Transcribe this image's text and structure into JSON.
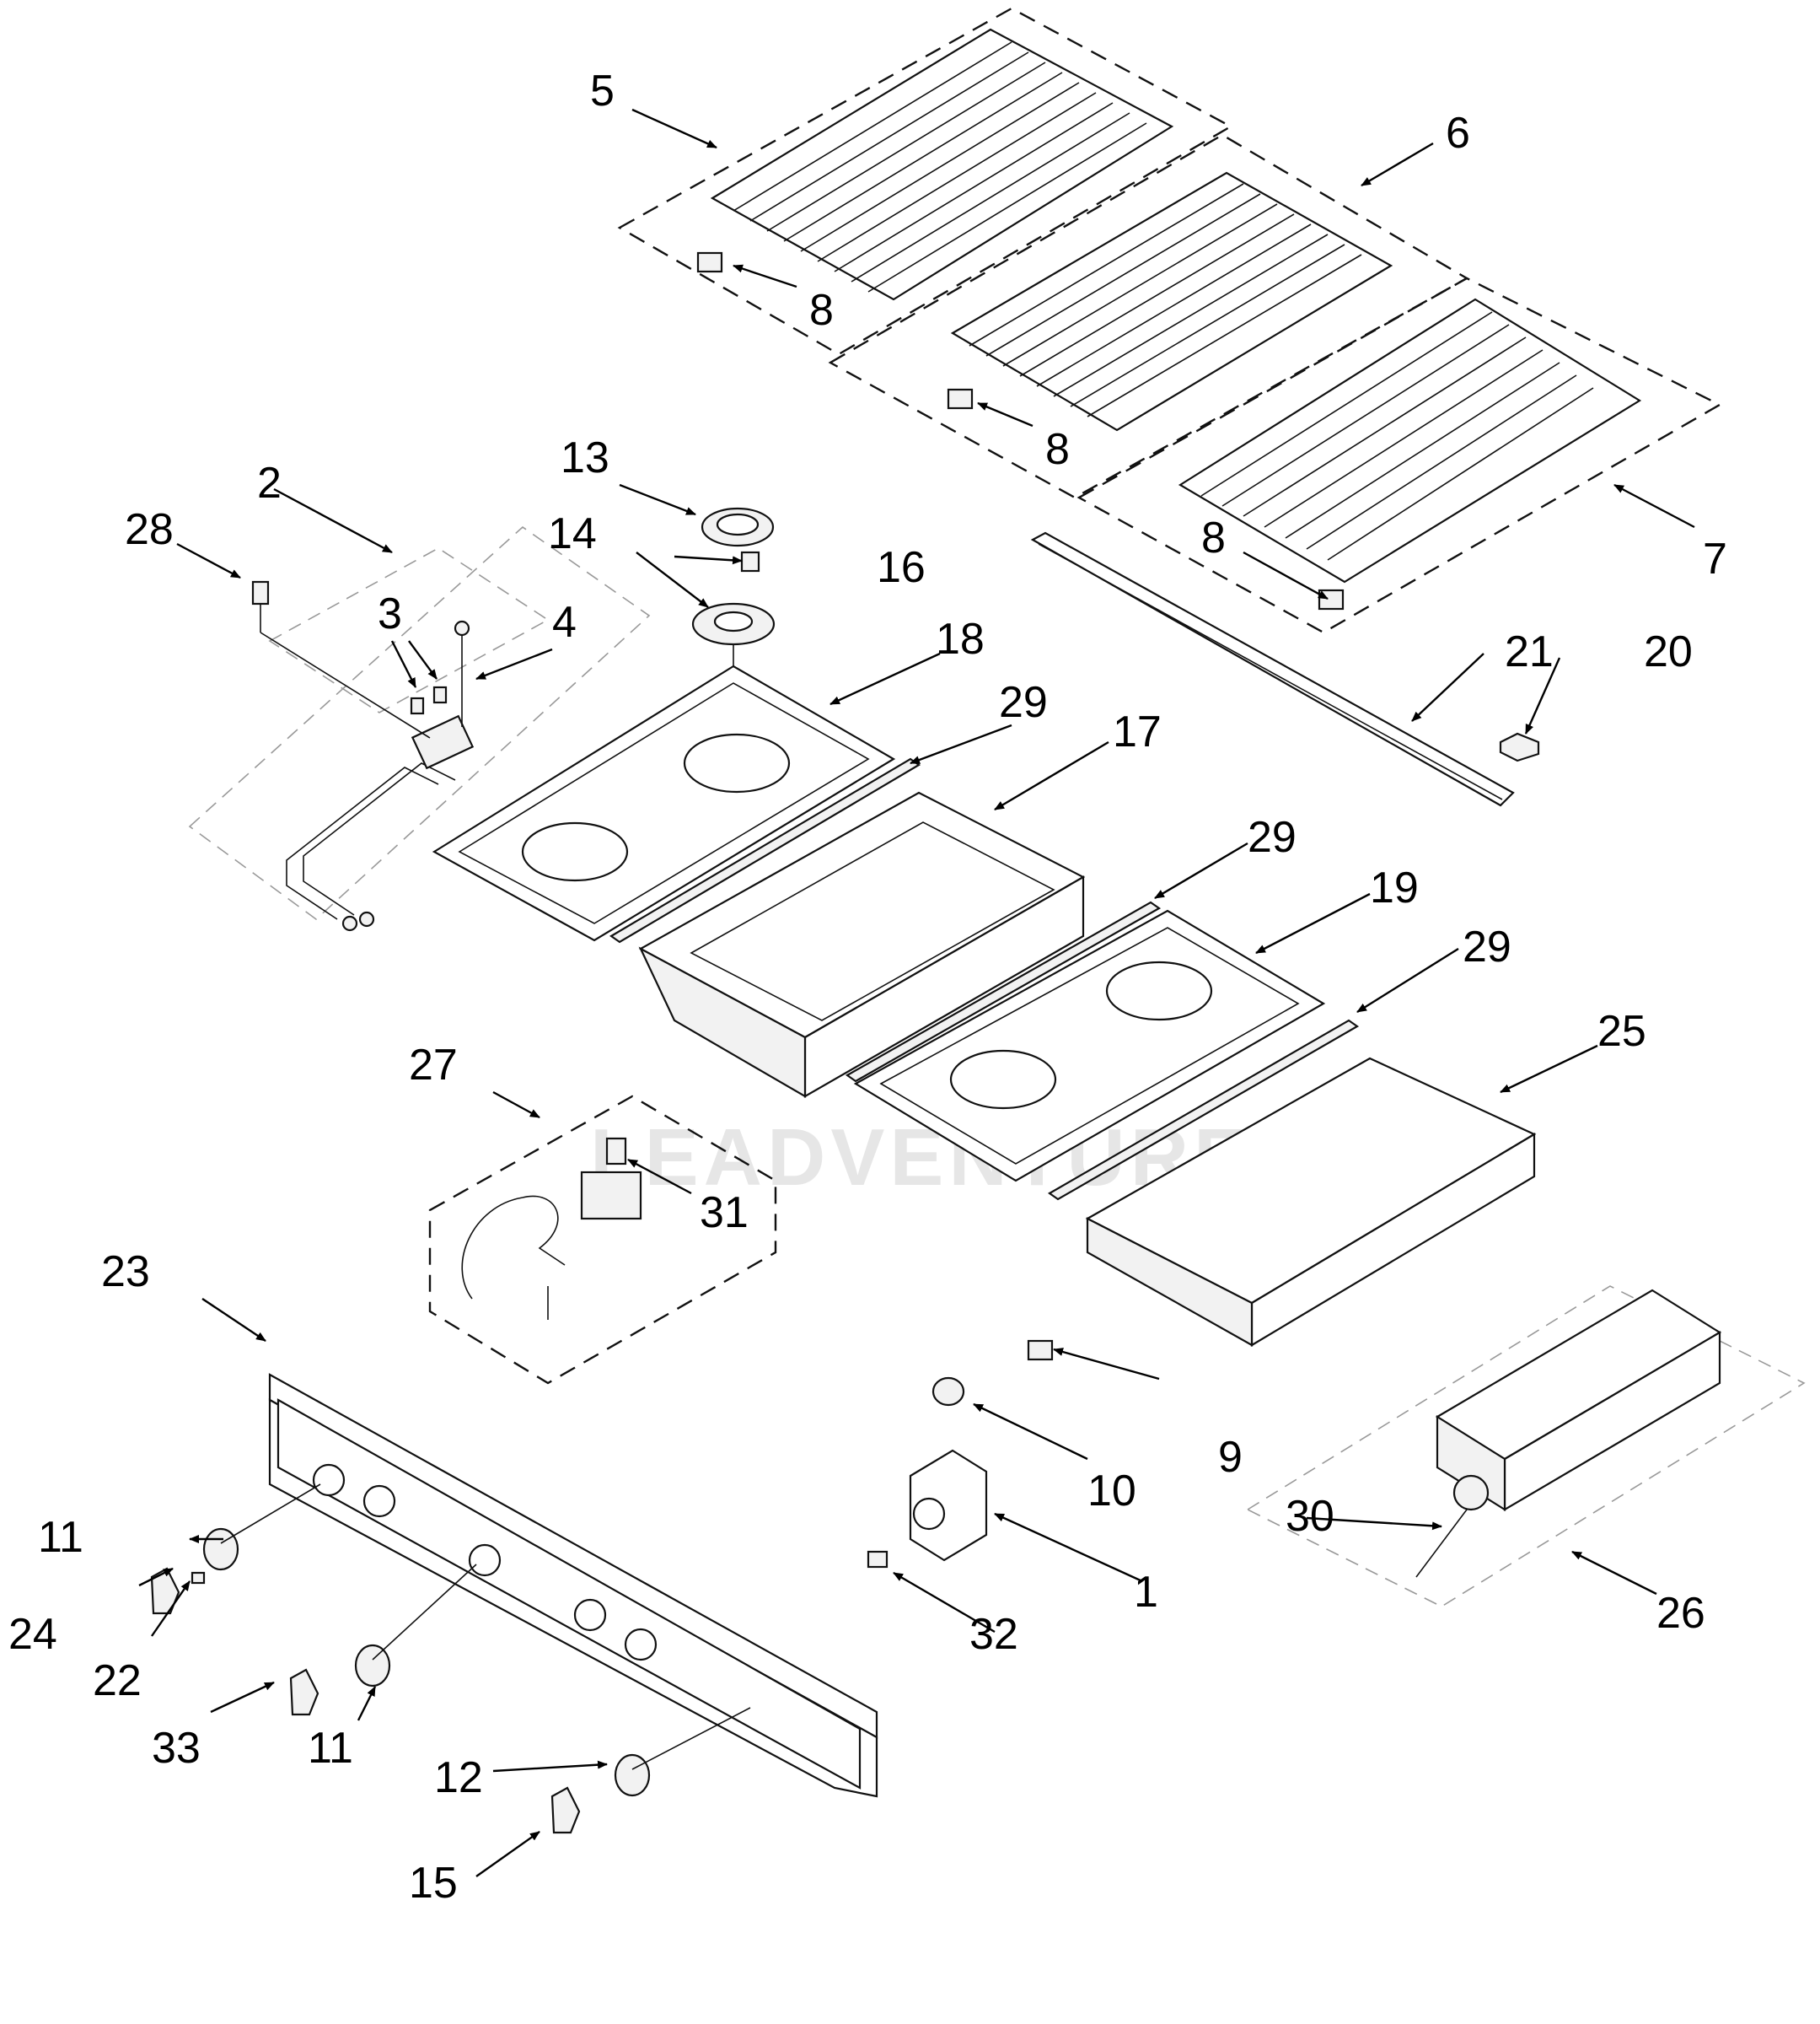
{
  "watermark": "LEADVENTURE",
  "callouts": [
    "1",
    "2",
    "3",
    "4",
    "5",
    "6",
    "7",
    "8",
    "8",
    "8",
    "9",
    "10",
    "11",
    "11",
    "12",
    "13",
    "14",
    "15",
    "16",
    "17",
    "18",
    "19",
    "20",
    "21",
    "22",
    "23",
    "24",
    "25",
    "26",
    "27",
    "28",
    "29",
    "29",
    "29",
    "30",
    "31",
    "32",
    "33"
  ]
}
